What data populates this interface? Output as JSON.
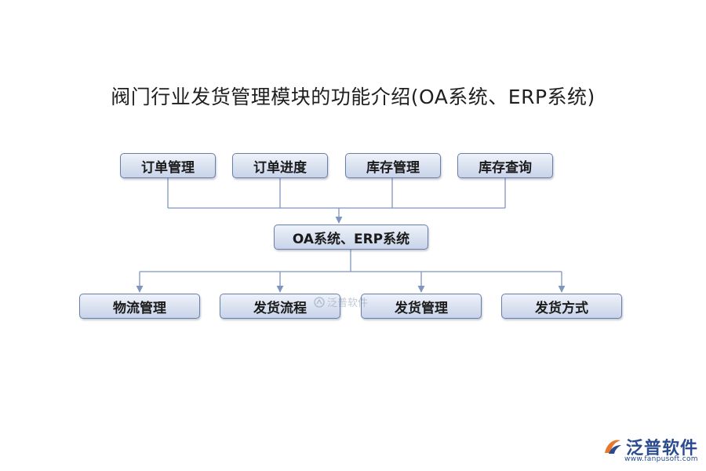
{
  "title": "阀门行业发货管理模块的功能介绍(OA系统、ERP系统)",
  "top_nodes": [
    {
      "label": "订单管理"
    },
    {
      "label": "订单进度"
    },
    {
      "label": "库存管理"
    },
    {
      "label": "库存查询"
    }
  ],
  "center_node": {
    "label": "OA系统、ERP系统"
  },
  "bottom_nodes": [
    {
      "label": "物流管理"
    },
    {
      "label": "发货流程"
    },
    {
      "label": "发货管理"
    },
    {
      "label": "发货方式"
    }
  ],
  "watermark": {
    "text": "泛普软件"
  },
  "logo": {
    "name": "泛普软件",
    "url": "www.fanpusoft.com",
    "icon": "fanpu-logo-icon"
  },
  "colors": {
    "node_border": "#6a7fa8",
    "node_fill": "#d9e1f0",
    "connector": "#7f95c0",
    "logo": "#2a4b8d"
  }
}
